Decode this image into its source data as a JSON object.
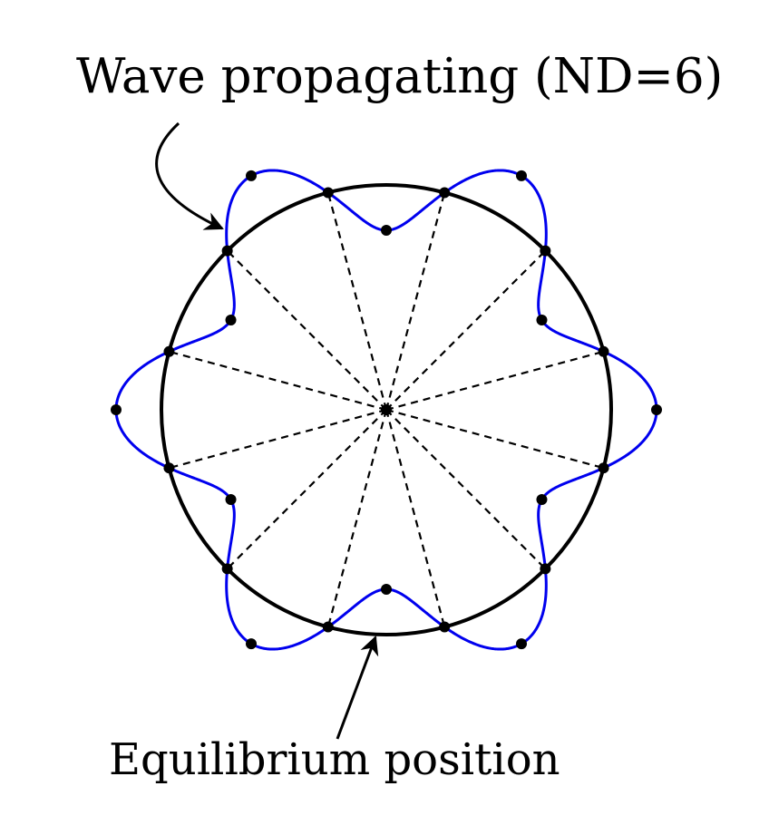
{
  "labels": {
    "wave": "Wave propagating (ND=6)",
    "equilibrium": "Equilibrium position"
  },
  "diagram": {
    "nodal_diameters": 6,
    "antinode_count": 12,
    "colors": {
      "equilibrium_circle": "#000000",
      "wave_curve": "#0000ee",
      "radial_lines": "#000000",
      "points": "#000000"
    }
  }
}
